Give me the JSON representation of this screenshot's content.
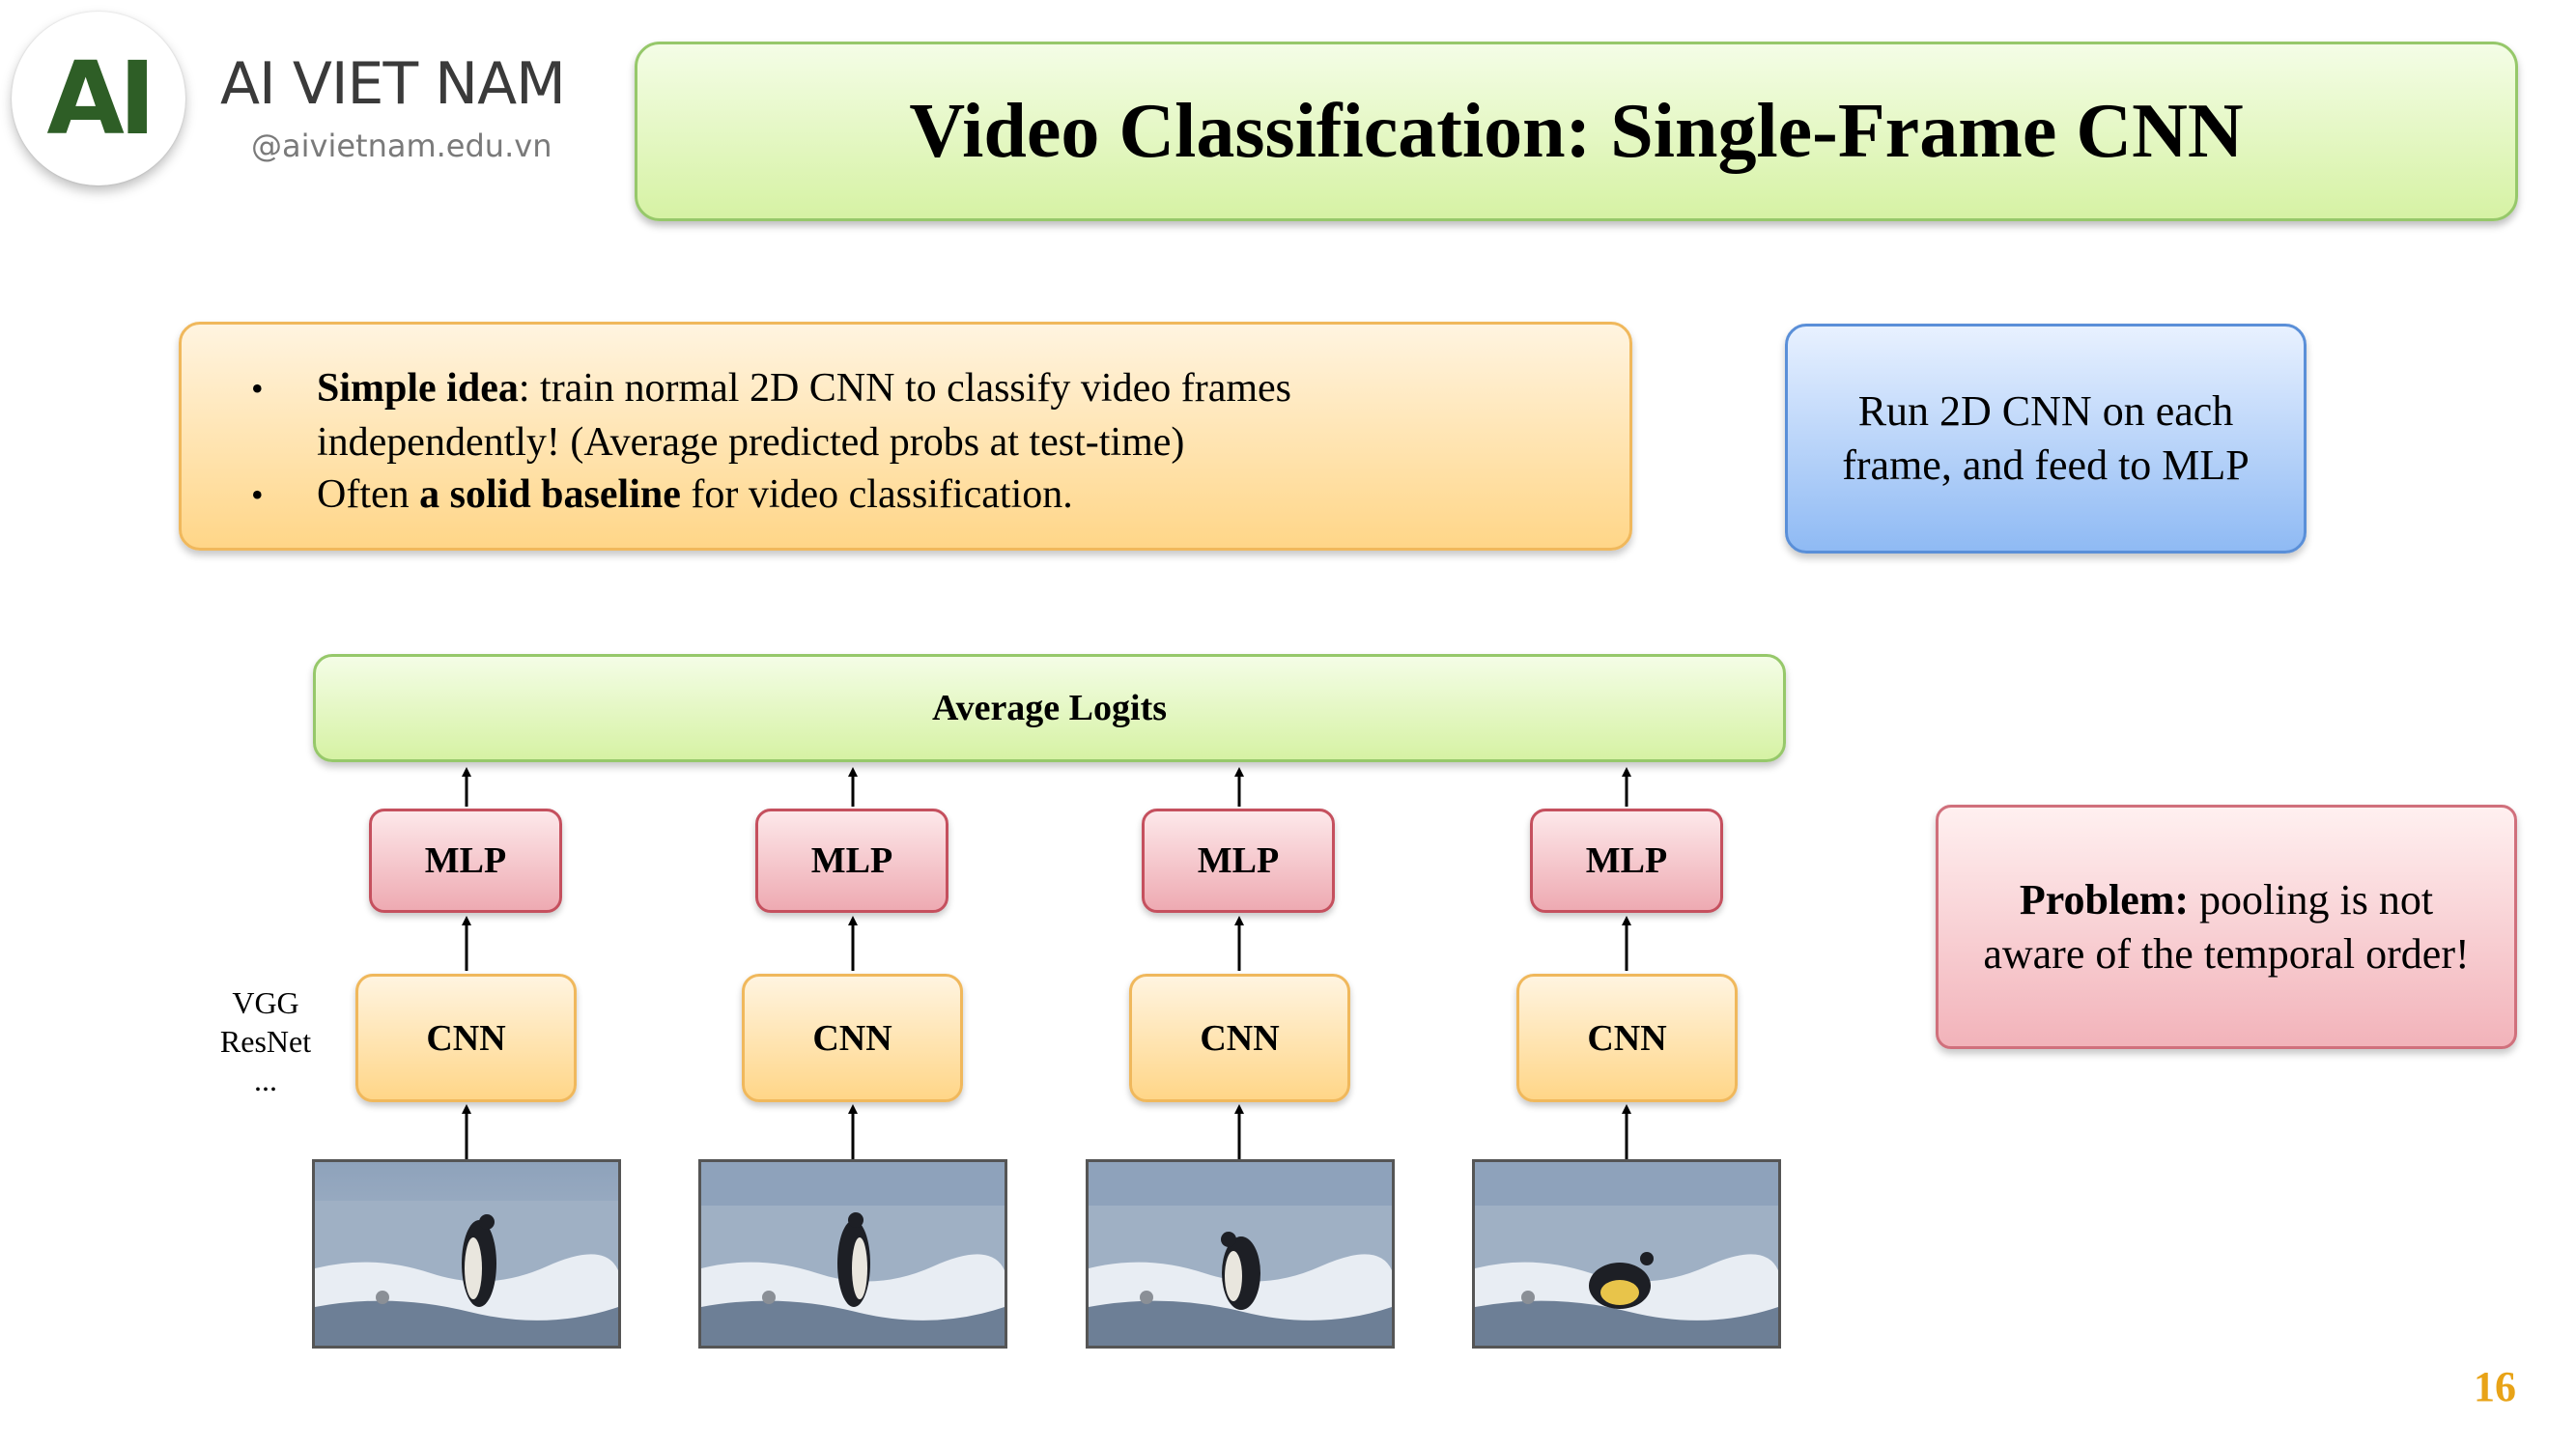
{
  "brand": {
    "name": "AI VIET NAM",
    "logo_text": "AI",
    "url": "@aivietnam.edu.vn"
  },
  "title": "Video Classification: Single-Frame CNN",
  "info": {
    "bullet1_bold": "Simple idea",
    "bullet1_rest": ": train normal 2D CNN to classify video frames",
    "bullet1_line2": "independently!  (Average predicted probs at test-time)",
    "bullet2_pre": "Often ",
    "bullet2_bold": "a solid baseline",
    "bullet2_post": " for video classification."
  },
  "note_blue": {
    "line1": "Run 2D CNN on each",
    "line2": "frame, and feed to MLP"
  },
  "problem": {
    "bold": "Problem:",
    "line1_rest": " pooling is not",
    "line2": "aware of the temporal order!"
  },
  "diagram": {
    "avg_label": "Average Logits",
    "mlp_labels": [
      "MLP",
      "MLP",
      "MLP",
      "MLP"
    ],
    "cnn_labels": [
      "CNN",
      "CNN",
      "CNN",
      "CNN"
    ],
    "cnn_examples": [
      "VGG",
      "ResNet",
      "..."
    ]
  },
  "page_number": "16",
  "colors": {
    "accent_green": "#d6f2a4",
    "accent_orange": "#ffd688",
    "accent_blue": "#8fbaf4",
    "accent_pink": "#f2b3ba",
    "page_number": "#e8a317",
    "logo": "#2e5e26"
  }
}
